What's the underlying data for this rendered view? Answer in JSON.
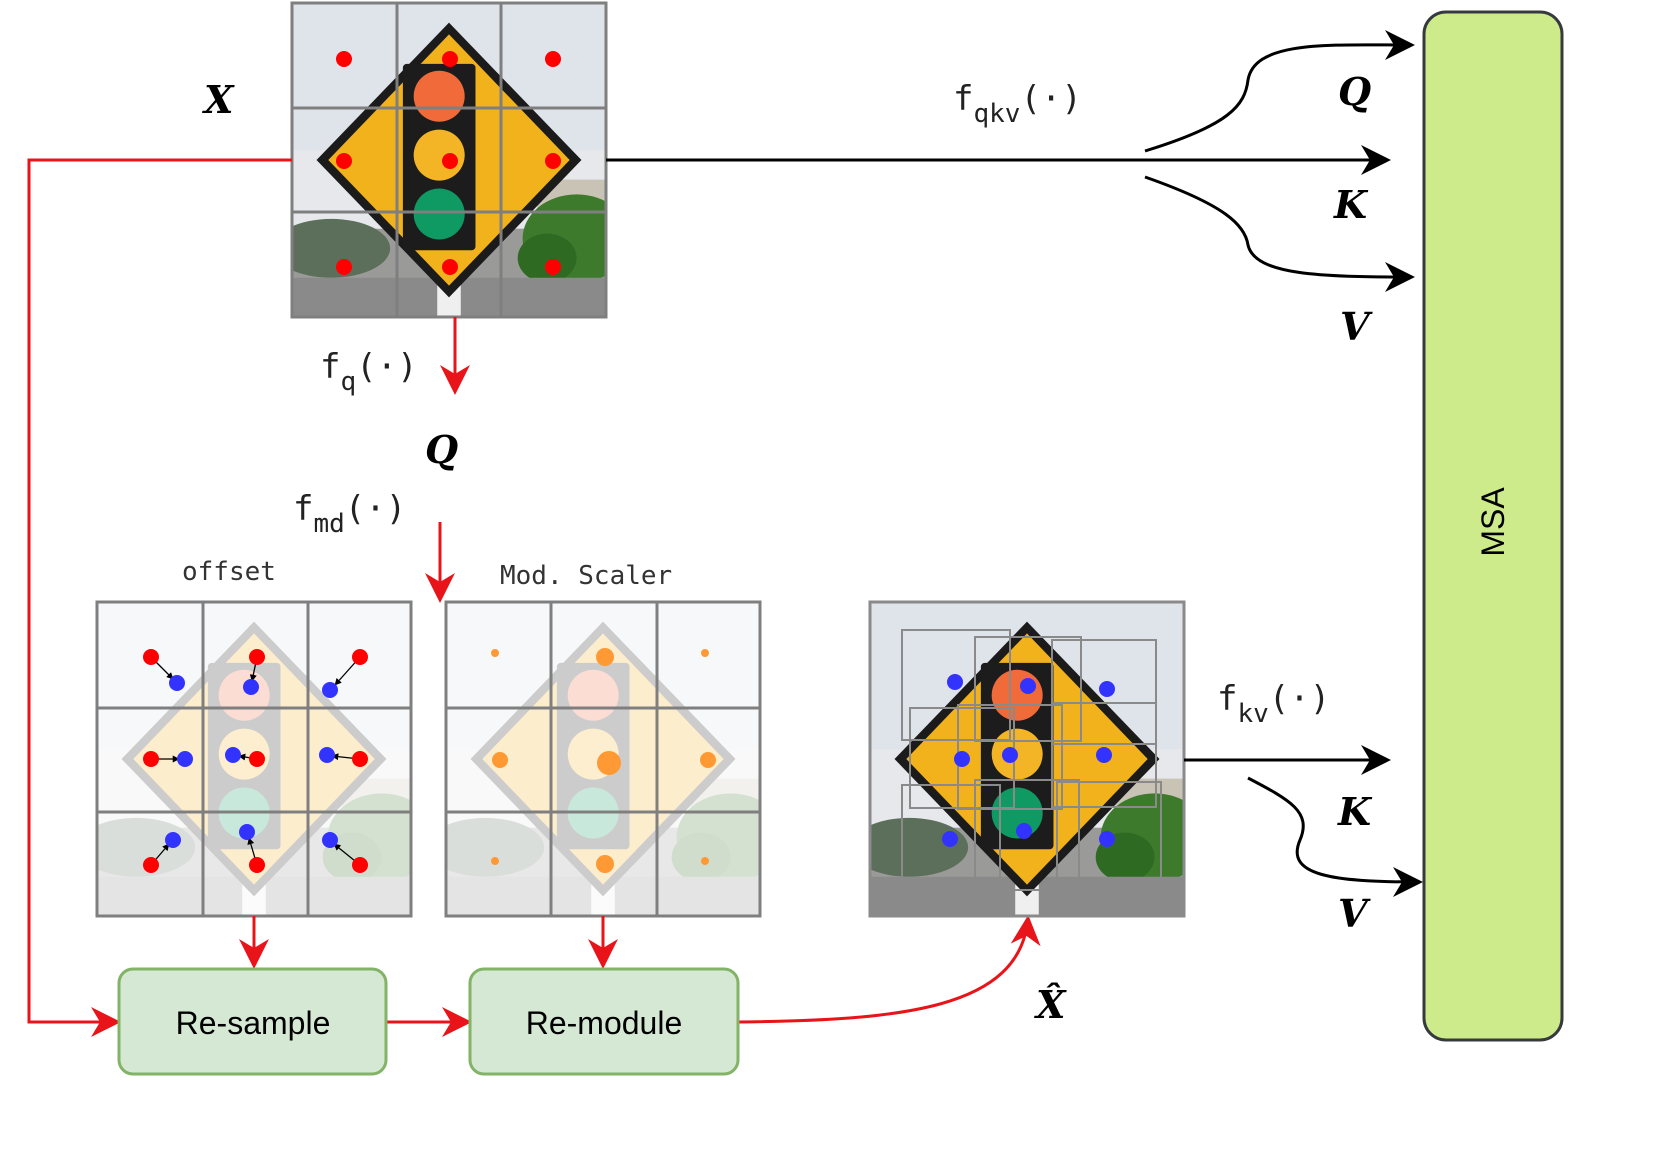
{
  "labels": {
    "x": "X",
    "x_hat": "X̂",
    "q_top": "Q",
    "k_top": "K",
    "v_top": "V",
    "q_mid": "Q",
    "k_bottom": "K",
    "v_bottom": "V"
  },
  "functions": {
    "fqkv": {
      "base": "f",
      "sub": "qkv",
      "arg": "(·)"
    },
    "fq": {
      "base": "f",
      "sub": "q",
      "arg": "(·)"
    },
    "fmd": {
      "base": "f",
      "sub": "md",
      "arg": "(·)"
    },
    "fkv": {
      "base": "f",
      "sub": "kv",
      "arg": "(·)"
    }
  },
  "panels": {
    "offset_title": "offset",
    "scaler_title": "Mod. Scaler"
  },
  "blocks": {
    "resample": "Re-sample",
    "remodule": "Re-module",
    "msa": "MSA"
  },
  "colors": {
    "flow_red": "#e8141a",
    "flow_black": "#000000",
    "block_fill": "#d5e8d4",
    "block_stroke": "#82b366",
    "msa_fill": "#cdeb8b",
    "msa_stroke": "#36393d",
    "grid": "#7f7f7f",
    "ref_point": "#ff0000",
    "deformed_point": "#3333ff",
    "scaler_point": "#ff9933"
  }
}
